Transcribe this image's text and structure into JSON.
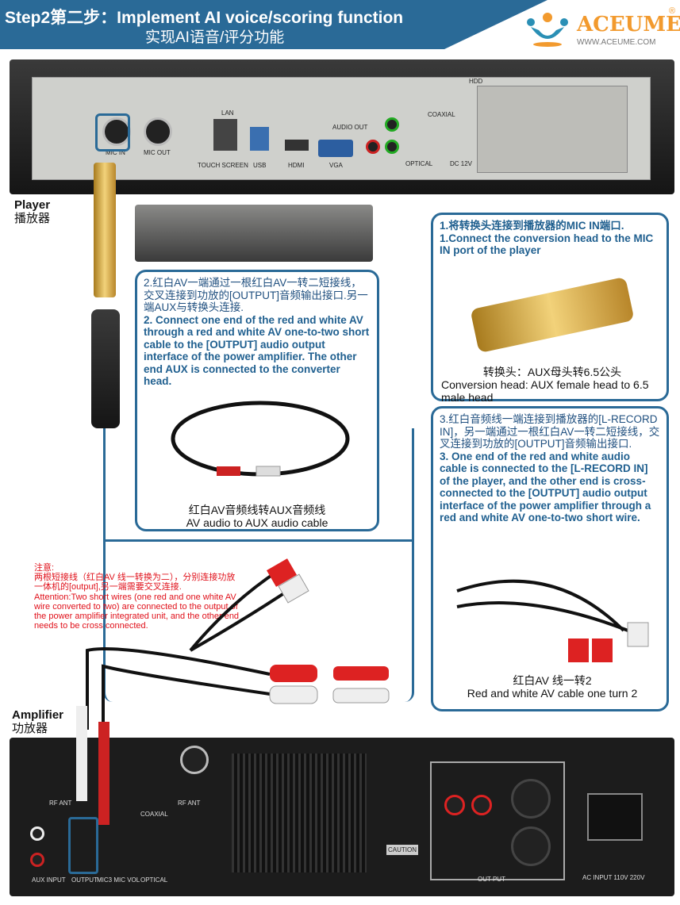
{
  "header": {
    "title_en": "Step2第二步：Implement AI voice/scoring function",
    "title_cn": "实现AI语音/评分功能"
  },
  "logo": {
    "brand": "ACEUME",
    "registered": "®",
    "url": "WWW.ACEUME.COM"
  },
  "player": {
    "label_en": "Player",
    "label_cn": "播放器",
    "ports": [
      "MIC IN",
      "MIC OUT",
      "LAN",
      "TOUCH SCREEN",
      "USB",
      "HDMI",
      "VGA",
      "AUDIO OUT",
      "COAXIAL",
      "OPTICAL",
      "DC 12V",
      "HDD"
    ]
  },
  "step1": {
    "cn": "1.将转换头连接到播放器的MIC IN端口.",
    "en": "1.Connect the conversion head to the MIC IN port of the player",
    "caption_cn": "转换头：AUX母头转6.5公头",
    "caption_en": "Conversion head: AUX female head to 6.5 male head"
  },
  "step2": {
    "cn": "2.红白AV一端通过一根红白AV一转二短接线，交叉连接到功放的[OUTPUT]音频输出接口.另一端AUX与转换头连接.",
    "en": "2. Connect one end of the red and white AV through a red and white AV one-to-two short cable to the [OUTPUT] audio output interface of the power amplifier. The other end AUX is connected to the converter head.",
    "caption_cn": "红白AV音频线转AUX音频线",
    "caption_en": "AV audio to AUX audio cable"
  },
  "step3": {
    "cn": "3.红白音频线一端连接到播放器的[L-RECORD IN]，另一端通过一根红白AV一转二短接线，交叉连接到功放的[OUTPUT]音频输出接口.",
    "en": "3. One end of the red and white audio cable is connected to the [L-RECORD IN] of the player, and the other end is cross-connected to the [OUTPUT] audio output interface of the power amplifier through a red and white AV one-to-two short wire.",
    "caption_cn": "红白AV 线一转2",
    "caption_en": "Red and white AV cable one turn 2"
  },
  "note": {
    "title": "注意:",
    "cn": "两根短接线（红白AV 线一转换为二），分别连接功放一体机的[output],另一端需要交叉连接.",
    "en": "Attention:Two short wires (one red and one white AV wire converted to two) are connected to the output of the power amplifier integrated unit, and the other end needs to be cross connected."
  },
  "amplifier": {
    "label_en": "Amplifier",
    "label_cn": "功放器",
    "ports": [
      "RF ANT",
      "RF ANT",
      "AUX INPUT",
      "OUTPUT",
      "MIC3 MIC VOL",
      "COAXIAL",
      "OPTICAL",
      "CAUTION",
      "OUT PUT",
      "AC INPUT 110V 220V"
    ]
  },
  "colors": {
    "accent": "#2a6a97",
    "note": "#e0101a",
    "brand": "#f29a2e"
  }
}
